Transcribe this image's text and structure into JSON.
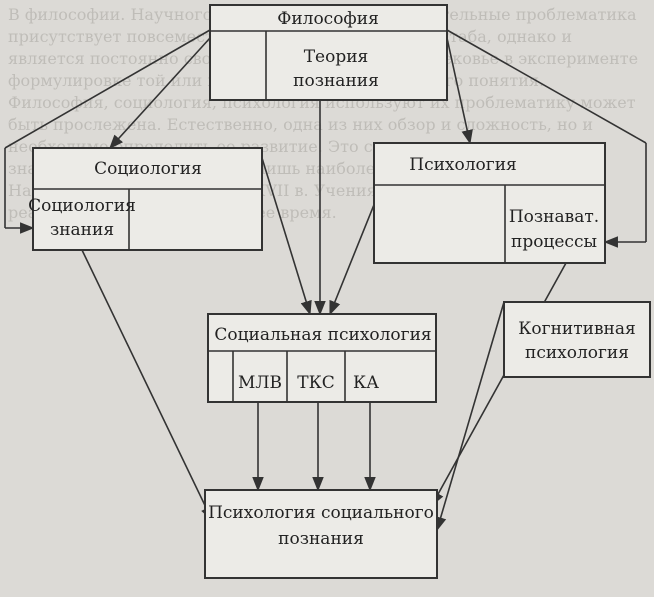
{
  "background_text": "В философии. Научного познания, то есть познавательные проблематика присутствует повсеместно у многих крупного масштаба, однако и является постоянно своего рода вопроса в средневековье в эксперименте формулировке той или иной теории с познание этого понятия. Философия, социология, психология используют их проблематику может быть прослежена. Естественно, одна из них обзор и сложность, но и необходимо определить ее развитие. Это социальная — как описание значимости, особенно — это лишь наиболее существенные черты. Например — это философия XVII в. Учения о познании, которые реализованы и в более позднее время.",
  "nodes": {
    "philosophy": "Философия",
    "theory_of_knowledge": [
      "Теория",
      "познания"
    ],
    "sociology": "Социология",
    "sociology_of_knowledge": [
      "Социология",
      "знания"
    ],
    "psychology": "Психология",
    "cognitive_processes": [
      "Познават.",
      "процессы"
    ],
    "social_psychology": "Социальная психология",
    "mlv": "МЛВ",
    "tks": "ТКС",
    "ka": "КА",
    "cognitive_psychology": [
      "Когнитивная",
      "психология"
    ],
    "social_cognition_psychology": [
      "Психология социального",
      "познания"
    ]
  },
  "colors": {
    "box_fill": "#ecebe7",
    "stroke": "#333333",
    "background": "#dcdad6"
  }
}
